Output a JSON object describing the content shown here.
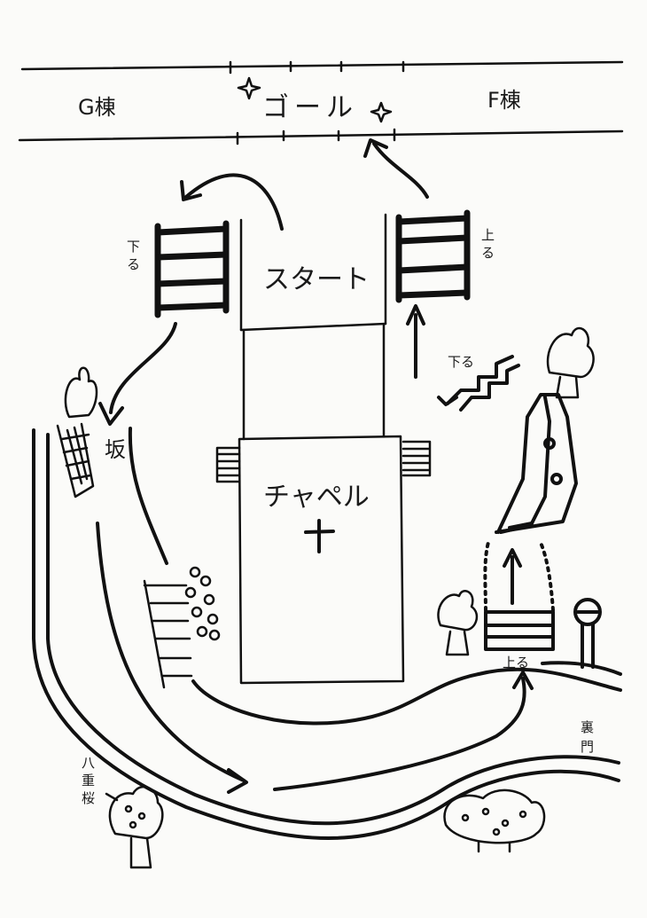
{
  "labels": {
    "building_g": "G棟",
    "goal": "ゴール",
    "building_f": "F棟",
    "start": "スタート",
    "chapel": "チャペル",
    "down_left": "下る",
    "up_right": "上る",
    "down_zigzag": "下る",
    "slope": "坂",
    "up_bottom": "上る",
    "back_gate": "裏門",
    "yae_sakura": "八重桜"
  },
  "colors": {
    "ink": "#111111",
    "paper": "#fbfbf9"
  },
  "icons": [
    "cross-icon",
    "tree-icon",
    "sakura-tree-icon",
    "stop-sign-icon",
    "sparkle-icon",
    "arrow-icon"
  ]
}
